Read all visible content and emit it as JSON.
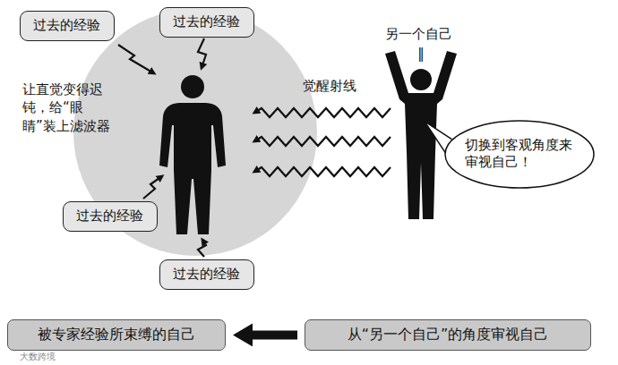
{
  "diagram": {
    "nodes": [
      {
        "text": [
          "过去的经验"
        ]
      },
      {
        "text": [
          "过去的经验"
        ]
      },
      {
        "text": [
          "过去的经验"
        ]
      },
      {
        "text": [
          "过去的经验"
        ]
      },
      {
        "text": [
          "切换到客观角度来审视自己！"
        ]
      },
      {
        "text": [
          "被专家经验所束缚的自己"
        ]
      },
      {
        "text": [
          "从“另一个自己”的角度审视自己"
        ]
      }
    ],
    "edges": [
      {
        "from": 6,
        "to": 5,
        "arrow": "to"
      }
    ],
    "labels": [
      "让直觉变得迟钝，给“眼睛”装上滤波器",
      "觉醒射线",
      "另一个自己",
      "‖",
      "大数跨境"
    ]
  }
}
